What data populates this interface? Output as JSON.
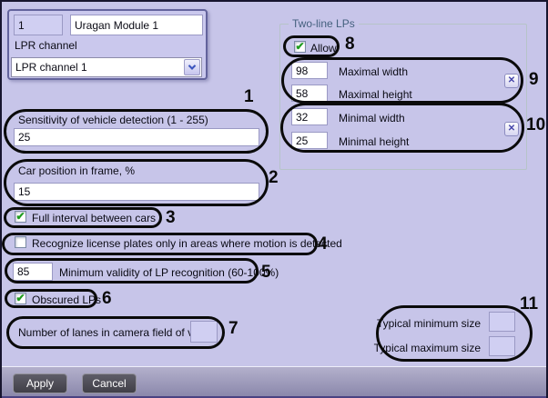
{
  "module_panel": {
    "id_value": "1",
    "name_value": "Uragan Module 1",
    "lpr_channel_label": "LPR channel",
    "lpr_channel_value": "LPR channel 1"
  },
  "fields": {
    "sensitivity": {
      "label": "Sensitivity of vehicle detection (1 - 255)",
      "value": "25"
    },
    "car_position": {
      "label": "Car position in frame, %",
      "value": "15"
    },
    "full_interval": {
      "label": "Full interval between cars",
      "checked": true
    },
    "motion_only": {
      "label": "Recognize license plates only in areas where motion is detected",
      "checked": false
    },
    "min_validity": {
      "label": "Minimum validity of LP recognition (60-100%)",
      "value": "85"
    },
    "obscured": {
      "label": "Obscured LPs",
      "checked": true
    },
    "lanes": {
      "label": "Number of lanes in camera field of view",
      "value": ""
    }
  },
  "two_line": {
    "title": "Two-line LPs",
    "allow": {
      "label": "Allow",
      "checked": true
    },
    "maximal_width": {
      "label": "Maximal width",
      "value": "98"
    },
    "maximal_height": {
      "label": "Maximal height",
      "value": "58"
    },
    "minimal_width": {
      "label": "Minimal width",
      "value": "32"
    },
    "minimal_height": {
      "label": "Minimal height",
      "value": "25"
    }
  },
  "typical": {
    "min": {
      "label": "Typical minimum size",
      "value": ""
    },
    "max": {
      "label": "Typical maximum size",
      "value": ""
    }
  },
  "buttons": {
    "apply": "Apply",
    "cancel": "Cancel"
  },
  "icons": {
    "check": "✔",
    "close": "✕"
  },
  "annotations": [
    "1",
    "2",
    "3",
    "4",
    "5",
    "6",
    "7",
    "8",
    "9",
    "10",
    "11"
  ],
  "colors": {
    "window_bg": "#c7c5e9",
    "panel_border": "#63639c",
    "group_title": "#44607e",
    "check_green": "#1f9c1f",
    "annotation": "#0a0a0a",
    "button_bg": "#48474f"
  }
}
